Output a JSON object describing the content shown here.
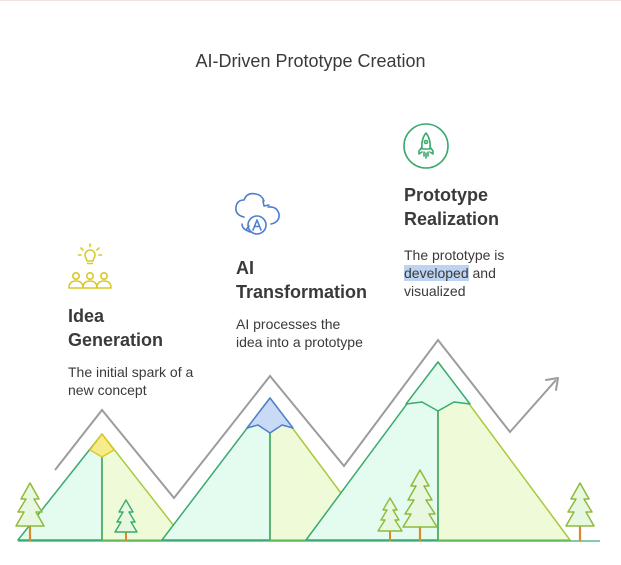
{
  "title": "AI-Driven Prototype Creation",
  "stages": [
    {
      "heading_line1": "Idea",
      "heading_line2": "Generation",
      "desc_line1": "The initial spark of a",
      "desc_line2": "new concept",
      "icon": "people-lightbulb-icon",
      "color": "#d9c92a"
    },
    {
      "heading_line1": "AI",
      "heading_line2": "Transformation",
      "desc_line1": "AI processes the",
      "desc_line2": "idea into a prototype",
      "icon": "ai-cloud-cycle-icon",
      "color": "#4d7fcc"
    },
    {
      "heading_line1": "Prototype",
      "heading_line2": "Realization",
      "desc_line1": "The prototype is",
      "desc_line2_highlight": "developed",
      "desc_line2_rest": " and",
      "desc_line3": "visualized",
      "icon": "rocket-icon",
      "color": "#3aaa6e"
    }
  ],
  "colors": {
    "mountain_fill": "#e4fbef",
    "mountain_shadow_fill": "#effbd8",
    "mountain_stroke": "#3aaa6e",
    "mountain_shadow_stroke": "#a9c93a",
    "path_stroke": "#9c9c9c",
    "tree_fill": "#e8f8e0",
    "tree_stroke": "#8dba3a",
    "trunk": "#d98a2e"
  }
}
